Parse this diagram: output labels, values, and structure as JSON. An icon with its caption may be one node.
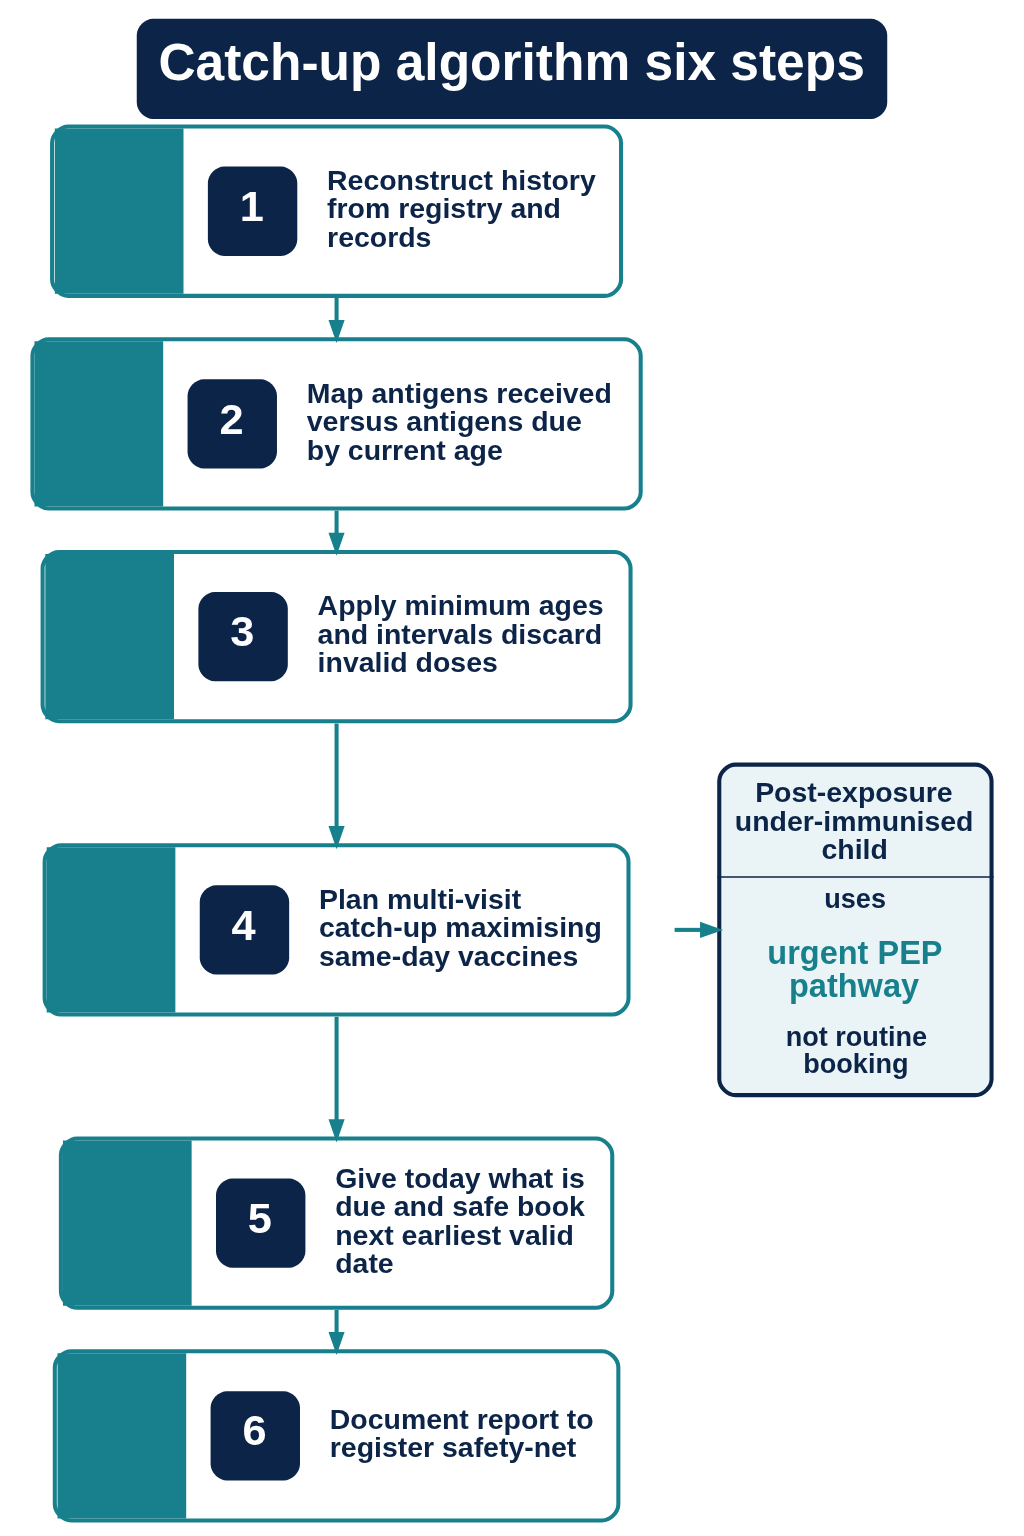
{
  "diagram": {
    "title": "Catch-up algorithm six steps",
    "nodes": [
      {
        "text": [
          "1",
          "Reconstruct history from registry and records"
        ]
      },
      {
        "text": [
          "2",
          "Map antigens received versus antigens due by current age"
        ]
      },
      {
        "text": [
          "3",
          "Apply minimum ages and intervals discard invalid doses"
        ]
      },
      {
        "text": [
          "4",
          "Plan multi-visit catch-up maximising same-day vaccines"
        ]
      },
      {
        "text": [
          "5",
          "Give today what is due and safe book next earliest valid date"
        ]
      },
      {
        "text": [
          "6",
          "Document report to register safety-net"
        ]
      },
      {
        "text": [
          "Post-exposure under-immunised child",
          "uses",
          "urgent PEP pathway",
          "not routine booking"
        ]
      }
    ],
    "edges": [
      {
        "from": 0,
        "to": 1,
        "arrow": "to"
      },
      {
        "from": 1,
        "to": 2,
        "arrow": "to"
      },
      {
        "from": 2,
        "to": 3,
        "arrow": "to"
      },
      {
        "from": 3,
        "to": 4,
        "arrow": "to"
      },
      {
        "from": 4,
        "to": 5,
        "arrow": "to"
      },
      {
        "from": null,
        "to": 6,
        "arrow": "to"
      }
    ]
  }
}
